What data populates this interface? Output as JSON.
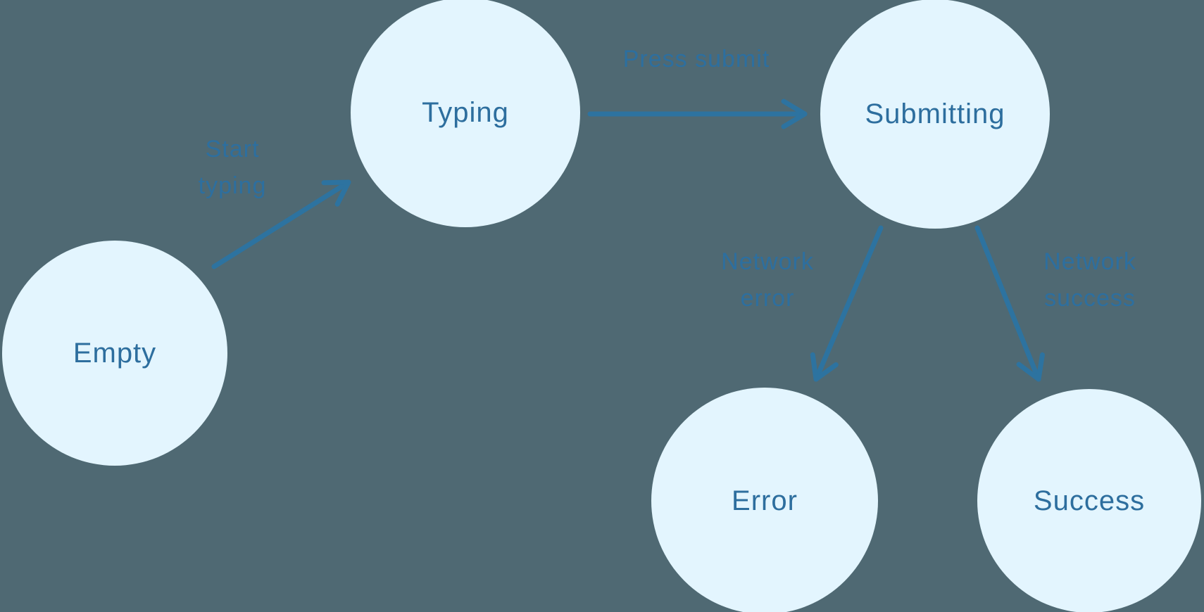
{
  "diagram": {
    "colors": {
      "background": "#4F6973",
      "node_fill": "#E3F5FE",
      "node_text": "#2D6E9E",
      "arrow": "#2D73A0",
      "edge_label_text": "#2D6F9F"
    },
    "nodes": [
      {
        "id": "empty",
        "label": "Empty"
      },
      {
        "id": "typing",
        "label": "Typing"
      },
      {
        "id": "submitting",
        "label": "Submitting"
      },
      {
        "id": "error",
        "label": "Error"
      },
      {
        "id": "success",
        "label": "Success"
      }
    ],
    "edges": [
      {
        "from": "empty",
        "to": "typing",
        "label": "Start typing",
        "label_lines": [
          "Start",
          "typing"
        ]
      },
      {
        "from": "typing",
        "to": "submitting",
        "label": "Press submit",
        "label_lines": [
          "Press submit"
        ]
      },
      {
        "from": "submitting",
        "to": "error",
        "label": "Network error",
        "label_lines": [
          "Network",
          "error"
        ]
      },
      {
        "from": "submitting",
        "to": "success",
        "label": "Network success",
        "label_lines": [
          "Network",
          "success"
        ]
      }
    ]
  }
}
